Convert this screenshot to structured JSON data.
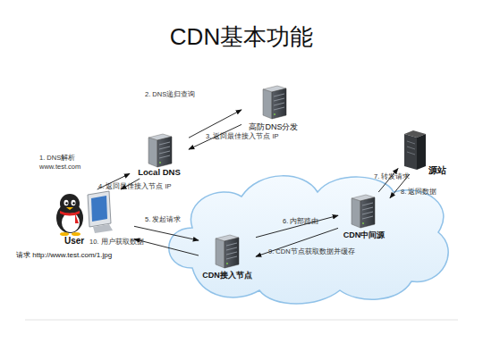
{
  "diagram": {
    "title": "CDN基本功能",
    "nodes": [
      {
        "text": [
          "高防DNS分发"
        ]
      },
      {
        "text": [
          "Local DNS"
        ]
      },
      {
        "text": [
          "源站"
        ]
      },
      {
        "text": [
          "User",
          "请求 http://www.test.com/1.jpg"
        ]
      },
      {
        "text": [
          "CDN中间源"
        ]
      },
      {
        "text": [
          "CDN接入节点"
        ]
      }
    ],
    "edges": [
      {
        "from": 3,
        "to": 1,
        "label": "1. DNS解析 www.test.com",
        "arrow": "to"
      },
      {
        "from": 1,
        "to": 0,
        "label": "2. DNS递归查询",
        "arrow": "to"
      },
      {
        "from": 0,
        "to": 1,
        "label": "3. 返回最佳接入节点 IP",
        "arrow": "to"
      },
      {
        "from": 1,
        "to": 3,
        "label": "4. 返回最佳接入节点 IP",
        "arrow": "to"
      },
      {
        "from": 3,
        "to": 5,
        "label": "5. 发起请求",
        "arrow": "to"
      },
      {
        "from": 5,
        "to": 4,
        "label": "6. 内部路由",
        "arrow": "to"
      },
      {
        "from": 4,
        "to": 2,
        "label": "7. 转发请求",
        "arrow": "to"
      },
      {
        "from": 2,
        "to": 4,
        "label": "8. 返回数据",
        "arrow": "to"
      },
      {
        "from": 4,
        "to": 5,
        "label": "9. CDN节点获取数据并缓存",
        "arrow": "to"
      },
      {
        "from": 5,
        "to": 3,
        "label": "10. 用户获取数据",
        "arrow": "to"
      }
    ]
  }
}
